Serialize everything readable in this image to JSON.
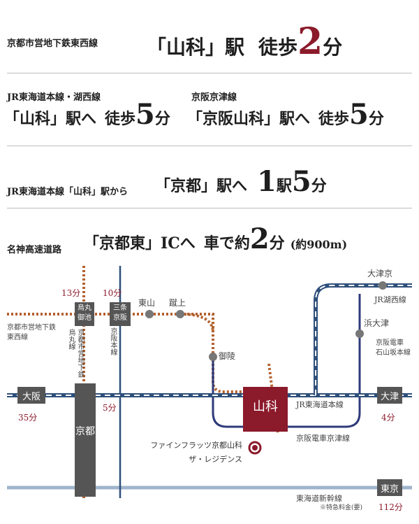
{
  "s1": {
    "line": "京都市営地下鉄東西線",
    "station": "「山科」駅",
    "walk": "徒歩",
    "num": "2",
    "unit": "分"
  },
  "s2": {
    "a_line": "JR東海道本線・湖西線",
    "a_station": "「山科」駅へ",
    "a_walk": "徒歩",
    "a_num": "5",
    "a_unit": "分",
    "b_line": "京阪京津線",
    "b_station": "「京阪山科」駅へ",
    "b_walk": "徒歩",
    "b_num": "5",
    "b_unit": "分"
  },
  "s3": {
    "line": "JR東海道本線「山科」駅から",
    "dest": "「京都」駅へ",
    "n1": "1",
    "mid": "駅",
    "n2": "5",
    "unit": "分"
  },
  "s4": {
    "road": "名神高速道路",
    "ic": "「京都東」ICへ",
    "car": "車で約",
    "num": "2",
    "unit": "分",
    "extra": "(約900m)"
  },
  "map": {
    "min13": "13分",
    "min10": "10分",
    "karasuma": [
      "烏丸",
      "御池"
    ],
    "sanjo": [
      "三条",
      "京阪"
    ],
    "higashiyama": "東山",
    "keage": "蹴上",
    "tozai_label": [
      "京都市営地下鉄",
      "東西線"
    ],
    "karasuma_line": [
      "京都市営地下鉄",
      "烏丸線"
    ],
    "keihan_main": "京阪本線",
    "misasagi": "御陵",
    "otsukyo": "大津京",
    "kosei": "JR湖西線",
    "hamaotsu": "浜大津",
    "ishiyama": [
      "京阪電車",
      "石山坂本線"
    ],
    "osaka": "大阪",
    "osaka_min": "35分",
    "min5": "5分",
    "yamashina": "山科",
    "tokaido": "JR東海道本線",
    "otsu": "大津",
    "otsu_min": "4分",
    "kyoto": "京都",
    "keishin": "京阪電車京津線",
    "property": [
      "ファインフラッツ京都山科",
      "ザ・レジデンス"
    ],
    "tokyo": "東京",
    "shinkansen": "東海道新幹線",
    "note": "※特急料金(要)",
    "tokyo_min": "112分"
  },
  "colors": {
    "accent": "#8b1a2b",
    "jr": "#2e4f7a",
    "subway_dot": "#b3612e",
    "station_box": "#555555",
    "shinkansen": "#9fb4cc"
  }
}
